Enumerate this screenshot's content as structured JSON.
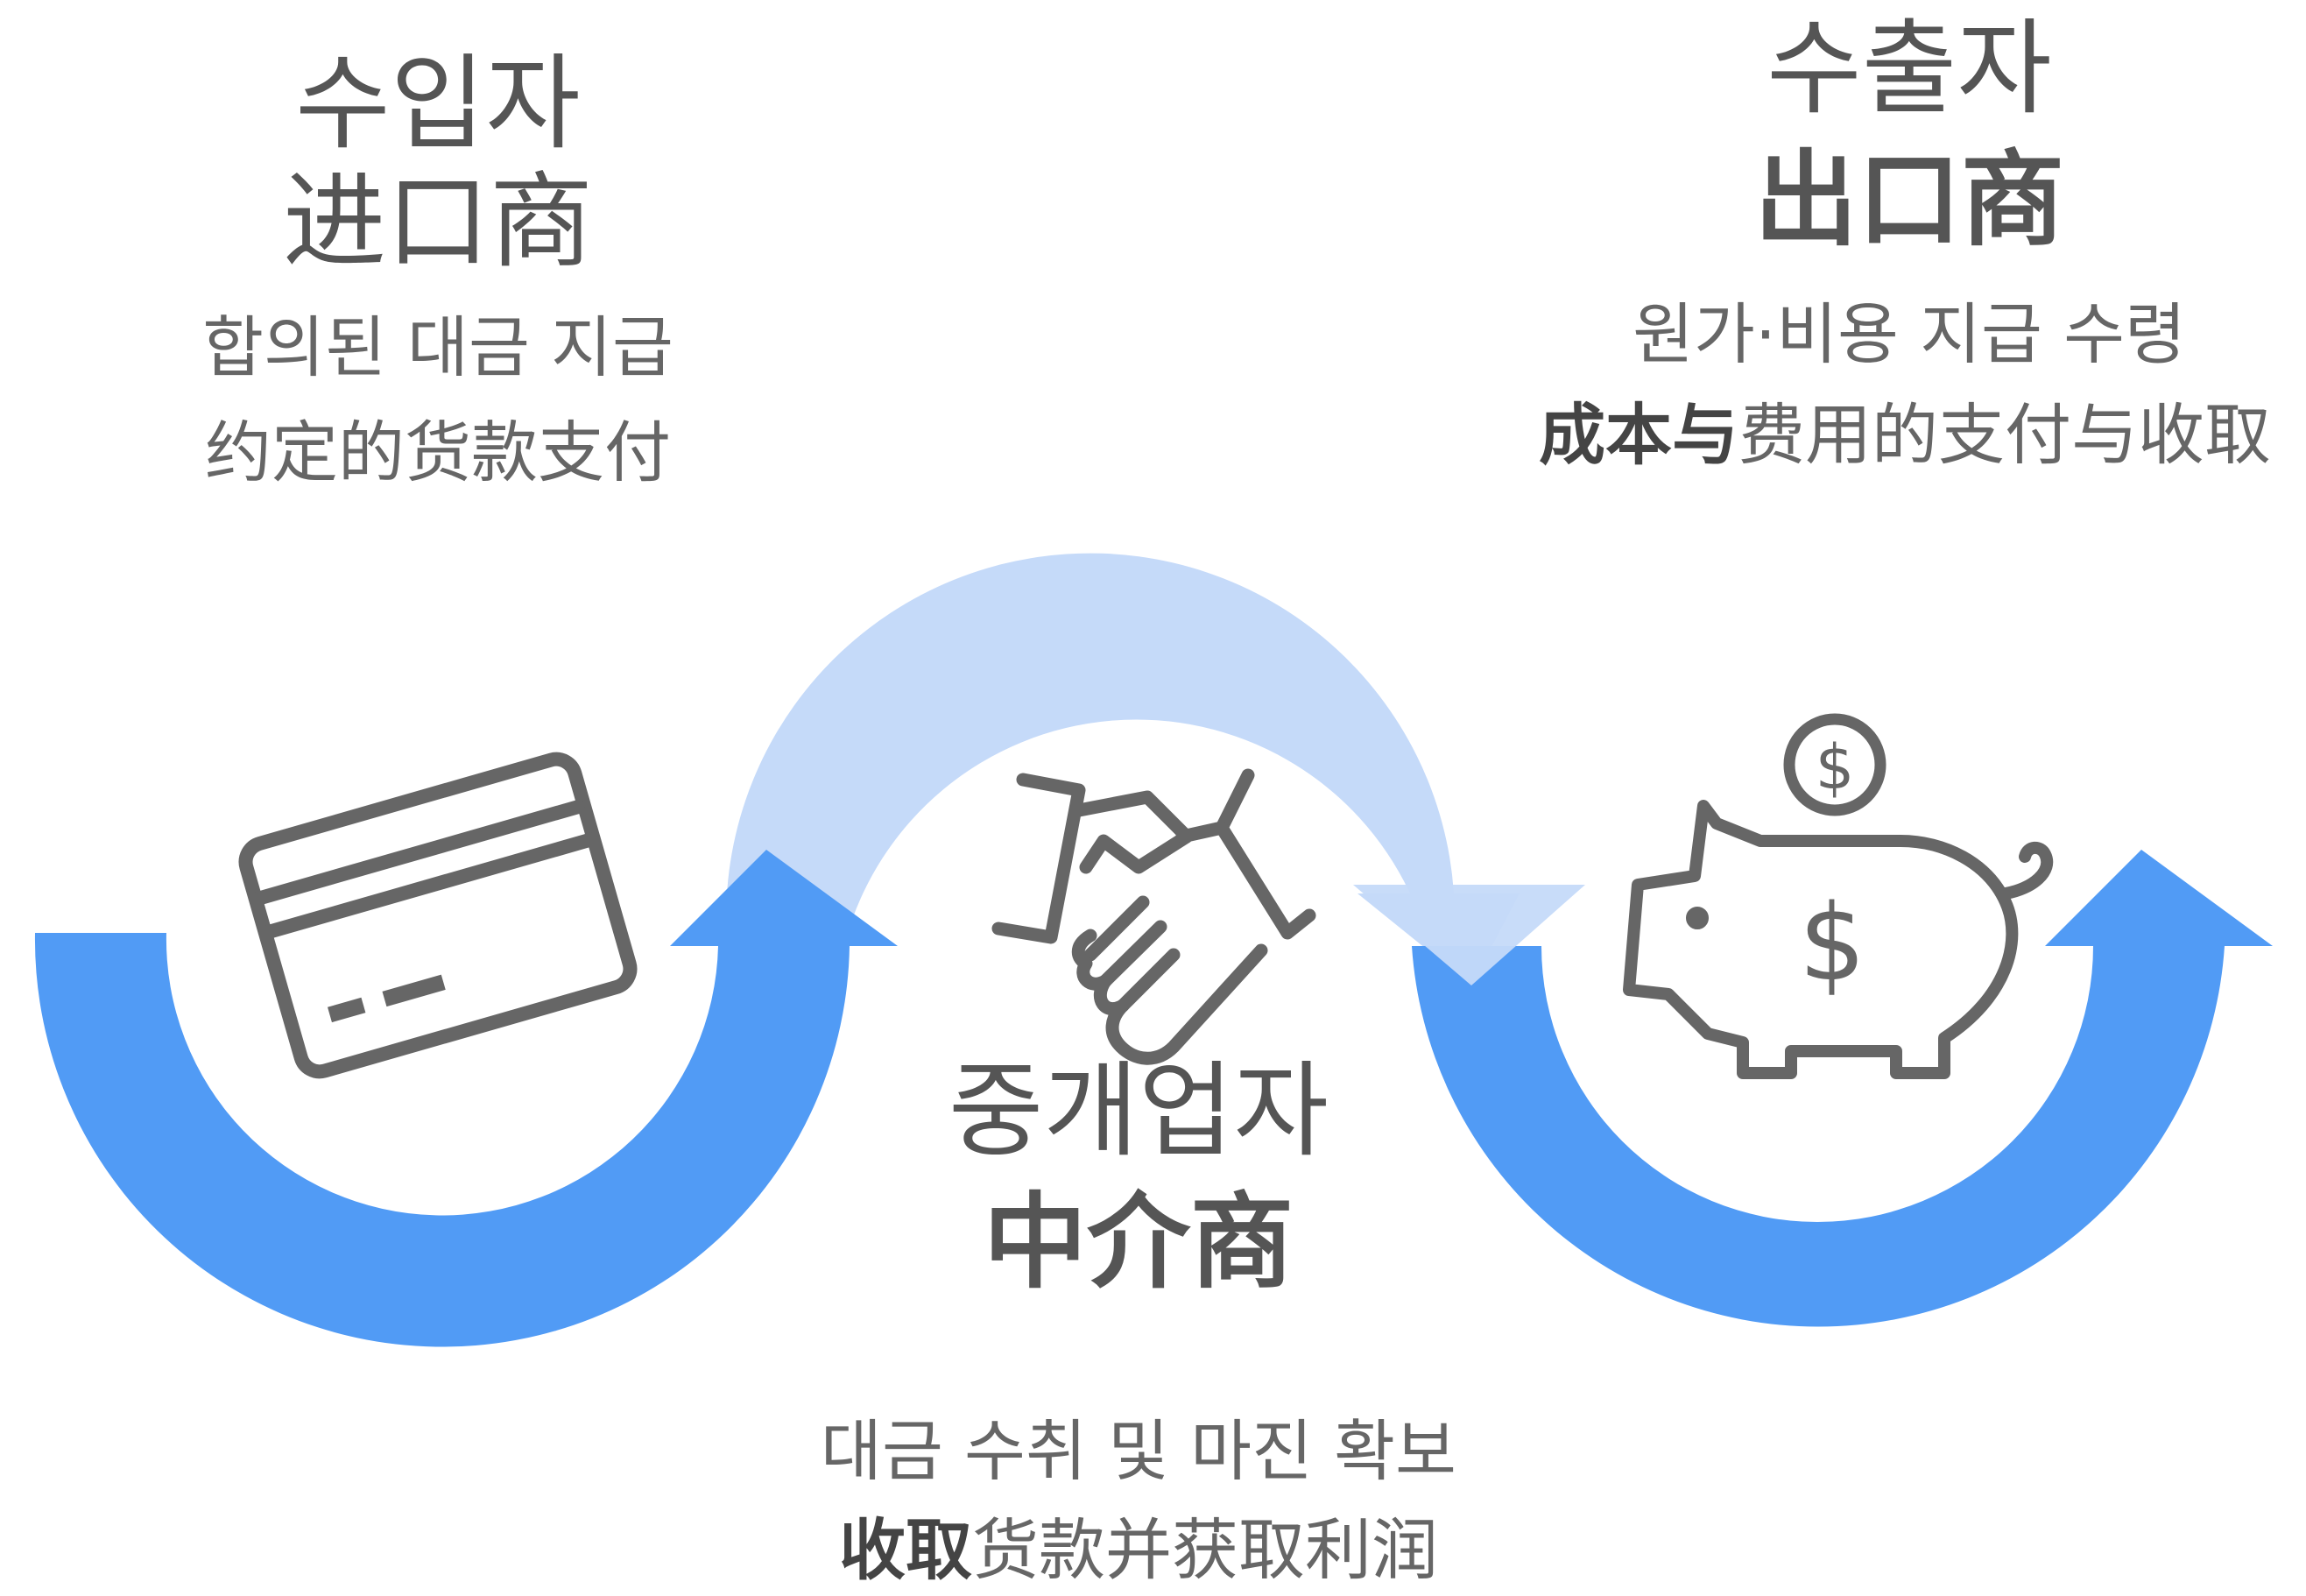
{
  "importer": {
    "title_ko": "수입자",
    "title_zh": "进口商",
    "desc_ko": "합의된 대금 지급",
    "desc_zh": "约定的货款支付"
  },
  "exporter": {
    "title_ko": "수출자",
    "title_zh": "出口商",
    "desc_ko": "원가·비용 지급 수령",
    "desc_zh_bold": "成本与",
    "desc_zh_rest": "费用的支付与收取"
  },
  "intermediary": {
    "title_ko": "중개업자",
    "title_zh": "中介商",
    "desc_ko": "대금 수취 및 마진 확보",
    "desc_zh_bold": "收取",
    "desc_zh_rest": "货款并获取利润"
  },
  "icons": [
    "credit-card-icon",
    "handshake-icon",
    "piggy-bank-icon",
    "dollar-coin-icon"
  ],
  "colors": {
    "arrow_dark": "#519BF5",
    "arrow_light": "#C5DAF9",
    "icon_gray": "#666666",
    "text_gray": "#555555"
  }
}
